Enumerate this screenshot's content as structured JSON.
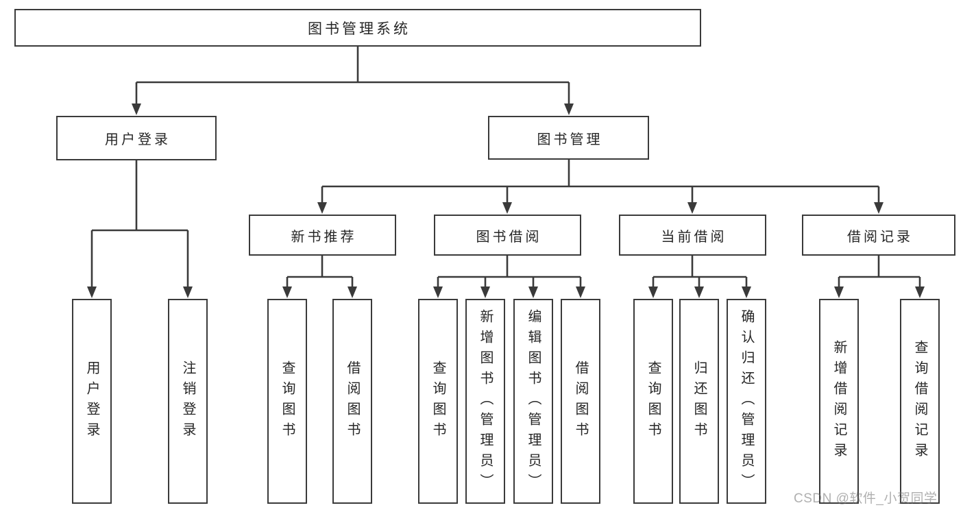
{
  "tree": {
    "root": {
      "label": "图书管理系统"
    },
    "children": [
      {
        "label": "用户登录",
        "children": [
          {
            "label": "用户登录"
          },
          {
            "label": "注销登录"
          }
        ]
      },
      {
        "label": "图书管理",
        "children": [
          {
            "label": "新书推荐",
            "children": [
              {
                "label": "查询图书"
              },
              {
                "label": "借阅图书"
              }
            ]
          },
          {
            "label": "图书借阅",
            "children": [
              {
                "label": "查询图书"
              },
              {
                "label": "新增图书（管理员）"
              },
              {
                "label": "编辑图书（管理员）"
              },
              {
                "label": "借阅图书"
              }
            ]
          },
          {
            "label": "当前借阅",
            "children": [
              {
                "label": "查询图书"
              },
              {
                "label": "归还图书"
              },
              {
                "label": "确认归还（管理员）"
              }
            ]
          },
          {
            "label": "借阅记录",
            "children": [
              {
                "label": "新增借阅记录"
              },
              {
                "label": "查询借阅记录"
              }
            ]
          }
        ]
      }
    ]
  },
  "watermark": {
    "text": "CSDN @软件_小贺同学"
  },
  "colors": {
    "line": "#3a3a3a",
    "text": "#262626",
    "background": "#ffffff",
    "watermark": "#a8a8a8"
  }
}
